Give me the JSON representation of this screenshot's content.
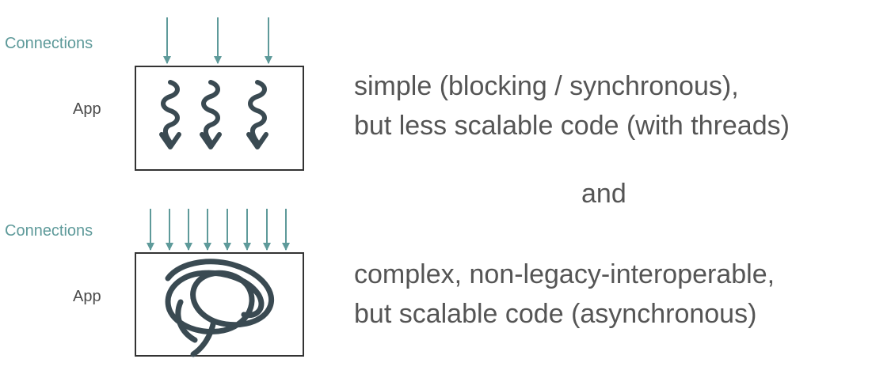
{
  "top": {
    "connections_label": "Connections",
    "app_label": "App",
    "caption_line1": "simple (blocking / synchronous),",
    "caption_line2": "but less scalable code (with threads)"
  },
  "middle": {
    "joiner": "and"
  },
  "bottom": {
    "connections_label": "Connections",
    "app_label": "App",
    "caption_line1": "complex, non-legacy-interoperable,",
    "caption_line2": "but scalable code (asynchronous)"
  },
  "colors": {
    "connection_arrows": "#5e9a9a",
    "threads": "#3a4a52",
    "box_border": "#333333",
    "caption_text": "#555555"
  }
}
